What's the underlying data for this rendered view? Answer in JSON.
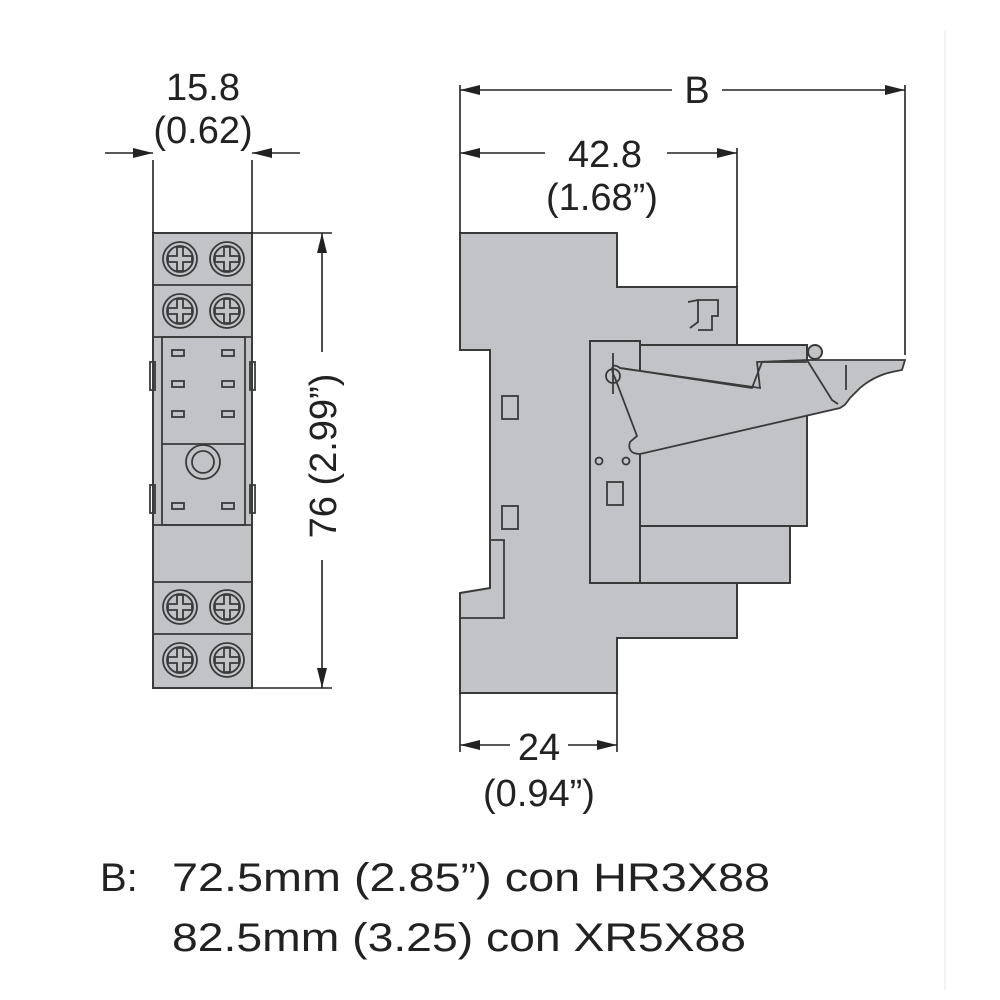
{
  "front_view": {
    "width_mm": "15.8",
    "width_in": "(0.62)",
    "height_label": "76 (2.99”)"
  },
  "side_view": {
    "b_label": "B",
    "depth_mm": "42.8",
    "depth_in": "(1.68”)",
    "base_mm": "24",
    "base_in": "(0.94”)"
  },
  "notes": {
    "prefix": "B:",
    "line1": "72.5mm (2.85”) con HR3X88",
    "line2": "82.5mm (3.25) con XR5X88"
  },
  "colors": {
    "body": "#c1c3c6",
    "line": "#3a3a3a"
  }
}
